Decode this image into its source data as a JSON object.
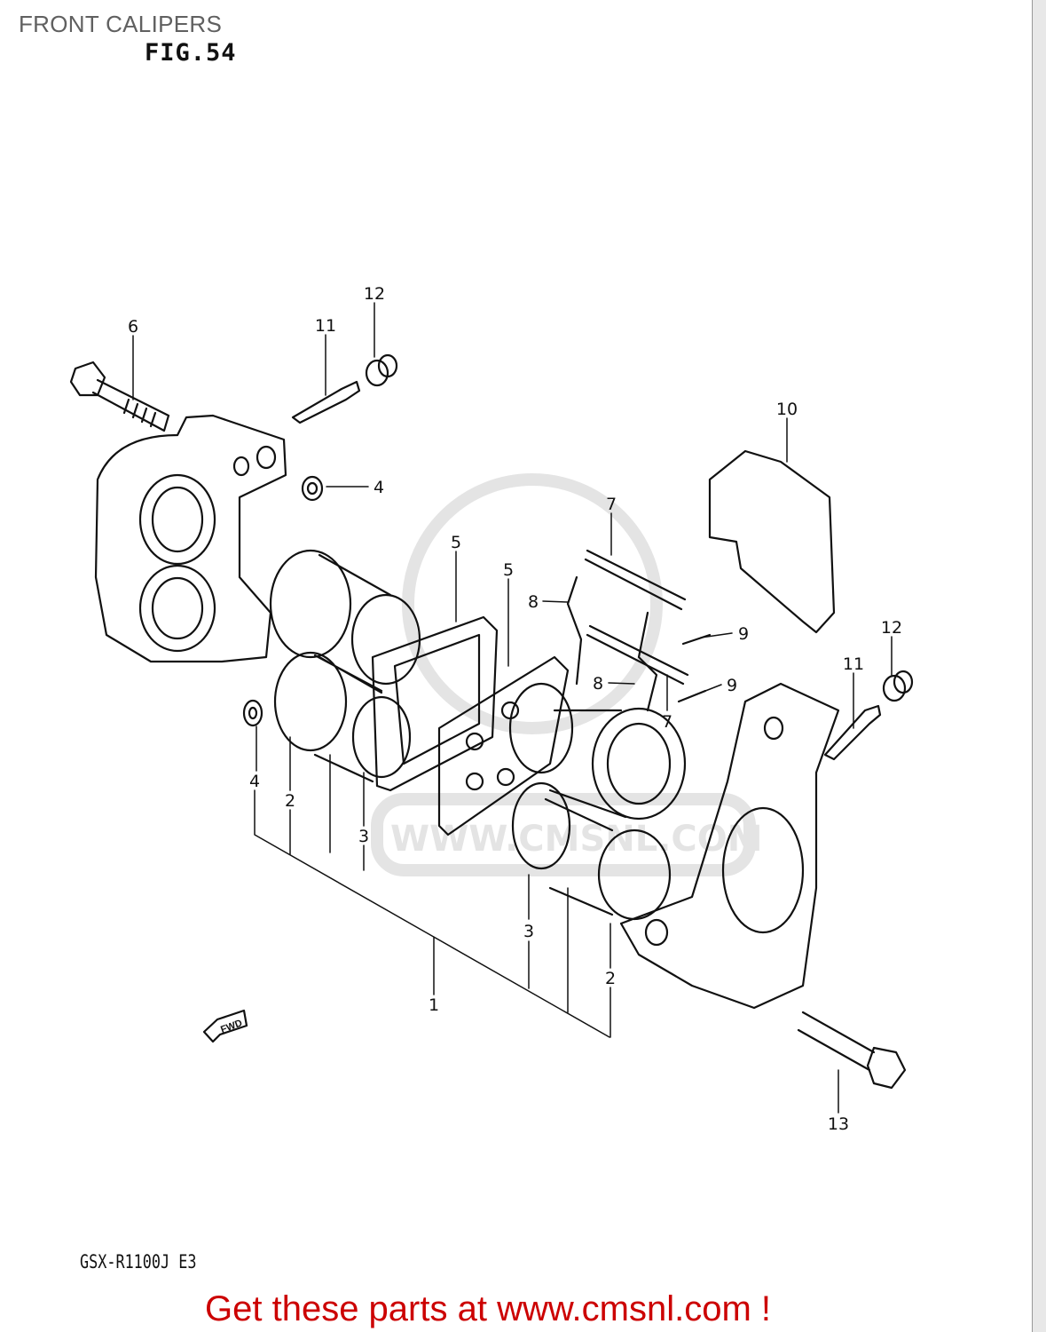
{
  "header": {
    "title": "FRONT CALIPERS",
    "figure": "FIG.54"
  },
  "footer": {
    "model": "GSX-R1100J E3",
    "call_to_action": "Get these parts at www.cmsnl.com !"
  },
  "diagram": {
    "watermark": "WWW.CMSNL.COM",
    "direction_marker": "FWD",
    "callouts": [
      "6",
      "11",
      "12",
      "4",
      "10",
      "7",
      "5",
      "5",
      "8",
      "9",
      "12",
      "11",
      "8",
      "9",
      "7",
      "4",
      "2",
      "3",
      "3",
      "2",
      "1",
      "13"
    ]
  },
  "colors": {
    "cta": "#cc0000",
    "title": "#606060"
  }
}
